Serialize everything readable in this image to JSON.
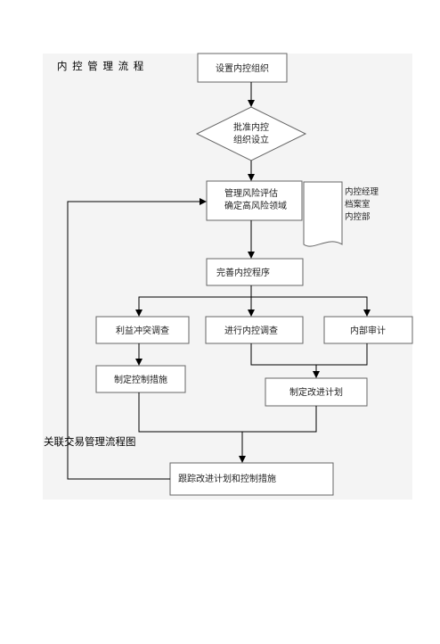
{
  "title_top": "内 控 管 理 流 程",
  "title_bottom": "关联交易管理流程图",
  "nodes": {
    "setup": "设置内控组织",
    "approve": [
      "批准内控",
      "组织设立"
    ],
    "assess": [
      "管理风险评估",
      "确定高风险领域"
    ],
    "note": [
      "内控经理",
      "档案室",
      "内控部"
    ],
    "improve": "完善内控程序",
    "conflict": "利益冲突调查",
    "survey": "进行内控调查",
    "audit": "内部审计",
    "measures": "制定控制措施",
    "plan": "制定改进计划",
    "track": "跟踪改进计划和控制措施"
  }
}
